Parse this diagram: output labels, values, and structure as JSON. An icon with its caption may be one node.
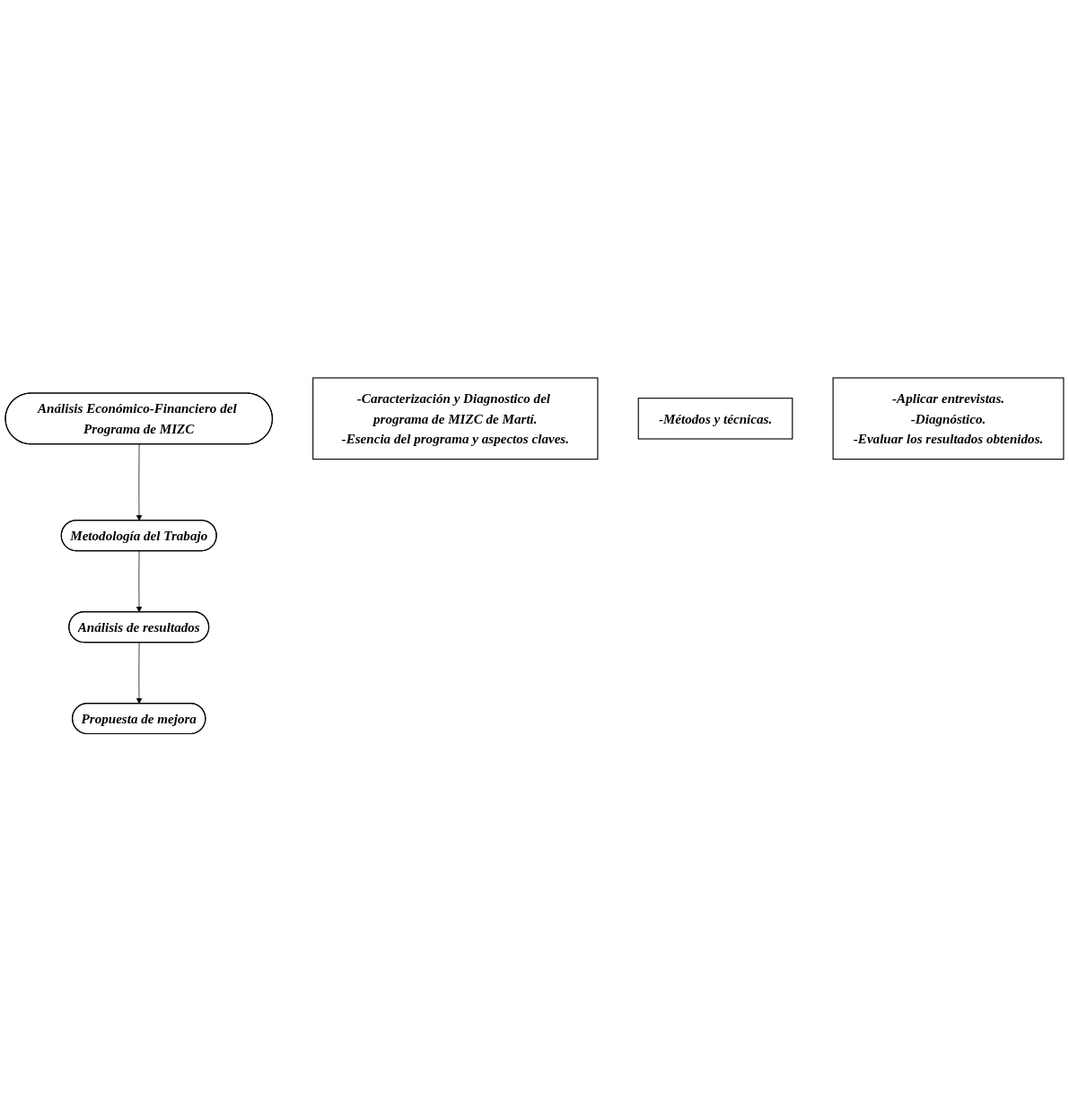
{
  "diagram": {
    "nodes": [
      {
        "text": [
          "Análisis Económico-Financiero del Programa de MIZC"
        ]
      },
      {
        "text": [
          "-Caracterización y Diagnostico del programa de MIZC de Martí.",
          "-Esencia del programa y aspectos claves."
        ]
      },
      {
        "text": [
          "Metodología del Trabajo"
        ]
      },
      {
        "text": [
          "-Métodos y técnicas."
        ]
      },
      {
        "text": [
          "Análisis de resultados"
        ]
      },
      {
        "text": [
          "-Aplicar entrevistas.",
          "-Diagnóstico.",
          "-Evaluar los resultados obtenidos."
        ]
      },
      {
        "text": [
          "Propuesta de mejora"
        ]
      }
    ],
    "edges": [
      {
        "from": 0,
        "to": 2,
        "arrow": "to"
      },
      {
        "from": 2,
        "to": 4,
        "arrow": "to"
      },
      {
        "from": 4,
        "to": 6,
        "arrow": "to"
      }
    ]
  }
}
